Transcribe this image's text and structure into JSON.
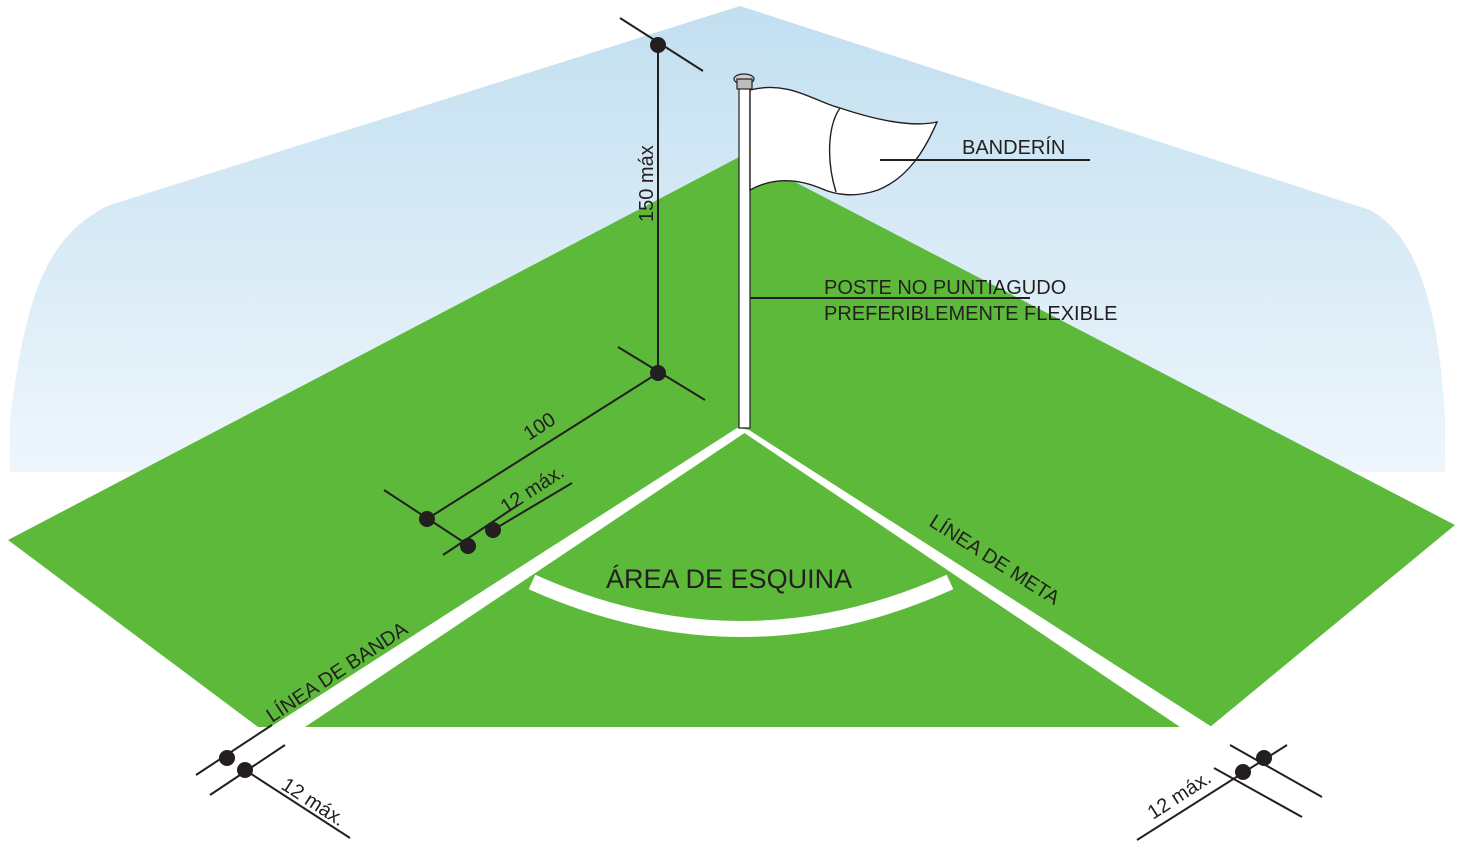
{
  "labels": {
    "banderin": "BANDERÍN",
    "poste_line1": "POSTE NO PUNTIAGUDO",
    "poste_line2": "PREFERIBLEMENTE FLEXIBLE",
    "area_esquina": "ÁREA DE ESQUINA",
    "linea_banda": "LÍNEA DE BANDA",
    "linea_meta": "LÍNEA DE META"
  },
  "dimensions": {
    "height": "150 máx",
    "distance": "100",
    "line_width_banda": "12 máx.",
    "line_width_bottom_left": "12 máx.",
    "line_width_bottom_right": "12 máx."
  },
  "colors": {
    "grass": "#5db939",
    "line": "#ffffff",
    "sky_top": "#c2dff0",
    "sky_bottom": "#eef6fc",
    "ink": "#231f20"
  }
}
